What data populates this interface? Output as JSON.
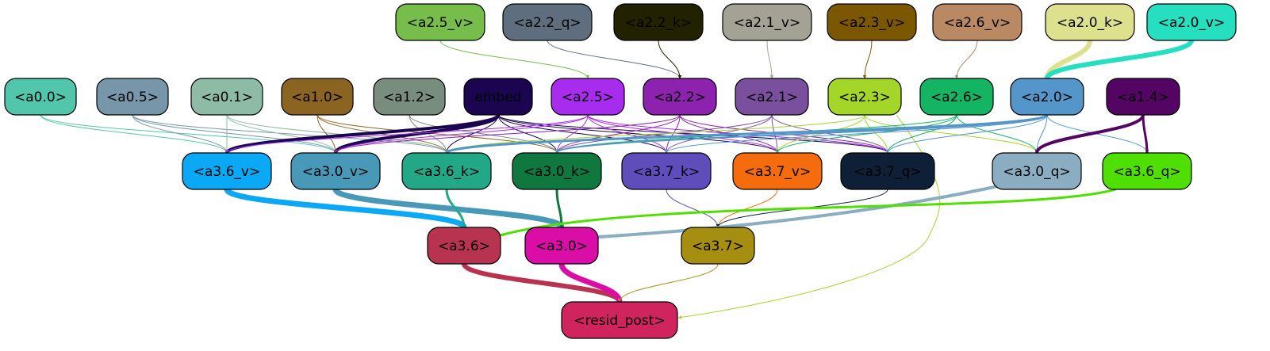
{
  "nodes": [
    {
      "id": "a2_5_v",
      "label": "<a2.5_v>",
      "fill": "#77bd4b"
    },
    {
      "id": "a2_2_q",
      "label": "<a2.2_q>",
      "fill": "#5f6e7f"
    },
    {
      "id": "a2_2_k",
      "label": "<a2.2_k>",
      "fill": "#232200"
    },
    {
      "id": "a2_1_v",
      "label": "<a2.1_v>",
      "fill": "#a3a294"
    },
    {
      "id": "a2_3_v",
      "label": "<a2.3_v>",
      "fill": "#7c5702"
    },
    {
      "id": "a2_6_v",
      "label": "<a2.6_v>",
      "fill": "#b88963"
    },
    {
      "id": "a2_0_k",
      "label": "<a2.0_k>",
      "fill": "#dde08c"
    },
    {
      "id": "a2_0_v",
      "label": "<a2.0_v>",
      "fill": "#25dfc0"
    },
    {
      "id": "a0_0",
      "label": "<a0.0>",
      "fill": "#51c6ab"
    },
    {
      "id": "a0_5",
      "label": "<a0.5>",
      "fill": "#7796aa"
    },
    {
      "id": "a0_1",
      "label": "<a0.1>",
      "fill": "#8ebba5"
    },
    {
      "id": "a1_0",
      "label": "<a1.0>",
      "fill": "#8c6422"
    },
    {
      "id": "a1_2",
      "label": "<a1.2>",
      "fill": "#798d7f"
    },
    {
      "id": "embed",
      "label": "embed",
      "fill": "#1c0550"
    },
    {
      "id": "a2_5",
      "label": "<a2.5>",
      "fill": "#a72cee"
    },
    {
      "id": "a2_2",
      "label": "<a2.2>",
      "fill": "#8c22ad"
    },
    {
      "id": "a2_1",
      "label": "<a2.1>",
      "fill": "#7a509e"
    },
    {
      "id": "a2_3",
      "label": "<a2.3>",
      "fill": "#a4d62a"
    },
    {
      "id": "a2_6",
      "label": "<a2.6>",
      "fill": "#14b462"
    },
    {
      "id": "a2_0",
      "label": "<a2.0>",
      "fill": "#5496c9"
    },
    {
      "id": "a1_4",
      "label": "<a1.4>",
      "fill": "#540563"
    },
    {
      "id": "a3_6_v",
      "label": "<a3.6_v>",
      "fill": "#0aa8f5"
    },
    {
      "id": "a3_0_v",
      "label": "<a3.0_v>",
      "fill": "#4898b7"
    },
    {
      "id": "a3_6_k",
      "label": "<a3.6_k>",
      "fill": "#22a886"
    },
    {
      "id": "a3_0_k",
      "label": "<a3.0_k>",
      "fill": "#10773e"
    },
    {
      "id": "a3_7_k",
      "label": "<a3.7_k>",
      "fill": "#604dbc"
    },
    {
      "id": "a3_7_v",
      "label": "<a3.7_v>",
      "fill": "#f56c0c"
    },
    {
      "id": "a3_7_q",
      "label": "<a3.7_q>",
      "fill": "#0e2038"
    },
    {
      "id": "a3_0_q",
      "label": "<a3.0_q>",
      "fill": "#8aadc2"
    },
    {
      "id": "a3_6_q",
      "label": "<a3.6_q>",
      "fill": "#4fdf02"
    },
    {
      "id": "a3_6",
      "label": "<a3.6>",
      "fill": "#b83350"
    },
    {
      "id": "a3_0",
      "label": "<a3.0>",
      "fill": "#da0ea7"
    },
    {
      "id": "a3_7",
      "label": "<a3.7>",
      "fill": "#a68e10"
    },
    {
      "id": "resid_post",
      "label": "<resid_post>",
      "fill": "#d0245e"
    }
  ],
  "edges": [
    {
      "from": "a2_5_v",
      "to": "a2_5",
      "color": "#77bd4b",
      "weight": 1
    },
    {
      "from": "a2_2_q",
      "to": "a2_2",
      "color": "#5f6e7f",
      "weight": 1
    },
    {
      "from": "a2_2_k",
      "to": "a2_2",
      "color": "#232200",
      "weight": 1
    },
    {
      "from": "a2_1_v",
      "to": "a2_1",
      "color": "#a3a294",
      "weight": 1
    },
    {
      "from": "a2_3_v",
      "to": "a2_3",
      "color": "#7c5702",
      "weight": 1
    },
    {
      "from": "a2_6_v",
      "to": "a2_6",
      "color": "#b88963",
      "weight": 1
    },
    {
      "from": "a2_0_k",
      "to": "a2_0",
      "color": "#dde08c",
      "weight": 6
    },
    {
      "from": "a2_0_v",
      "to": "a2_0",
      "color": "#25dfc0",
      "weight": 6
    },
    {
      "from": "a0_0",
      "to": "a3_6_v",
      "color": "#51c6ab",
      "weight": 1
    },
    {
      "from": "a0_0",
      "to": "a3_0_v",
      "color": "#51c6ab",
      "weight": 1
    },
    {
      "from": "a0_5",
      "to": "a3_6_v",
      "color": "#7796aa",
      "weight": 1
    },
    {
      "from": "a0_5",
      "to": "a3_0_v",
      "color": "#7796aa",
      "weight": 1
    },
    {
      "from": "a0_5",
      "to": "a3_6_k",
      "color": "#7796aa",
      "weight": 1
    },
    {
      "from": "a0_1",
      "to": "a3_6_v",
      "color": "#8ebba5",
      "weight": 1
    },
    {
      "from": "a0_1",
      "to": "a3_0_v",
      "color": "#8ebba5",
      "weight": 1
    },
    {
      "from": "a0_1",
      "to": "a3_6_k",
      "color": "#8ebba5",
      "weight": 1
    },
    {
      "from": "a1_0",
      "to": "a3_0_v",
      "color": "#8c6422",
      "weight": 1
    },
    {
      "from": "a1_0",
      "to": "a3_6_k",
      "color": "#8c6422",
      "weight": 1
    },
    {
      "from": "a1_0",
      "to": "a3_0_k",
      "color": "#8c6422",
      "weight": 1
    },
    {
      "from": "a1_2",
      "to": "a3_6_k",
      "color": "#798d7f",
      "weight": 1
    },
    {
      "from": "a1_2",
      "to": "a3_0_k",
      "color": "#798d7f",
      "weight": 1
    },
    {
      "from": "embed",
      "to": "a3_6_v",
      "color": "#1c0550",
      "weight": 4
    },
    {
      "from": "embed",
      "to": "a3_0_v",
      "color": "#1c0550",
      "weight": 4
    },
    {
      "from": "embed",
      "to": "a3_6_k",
      "color": "#1c0550",
      "weight": 1
    },
    {
      "from": "embed",
      "to": "a3_0_k",
      "color": "#1c0550",
      "weight": 1
    },
    {
      "from": "embed",
      "to": "a3_7_k",
      "color": "#1c0550",
      "weight": 1
    },
    {
      "from": "embed",
      "to": "a3_7_v",
      "color": "#1c0550",
      "weight": 1
    },
    {
      "from": "embed",
      "to": "a3_7_q",
      "color": "#1c0550",
      "weight": 1
    },
    {
      "from": "a2_5",
      "to": "a3_6_v",
      "color": "#a72cee",
      "weight": 1
    },
    {
      "from": "a2_5",
      "to": "a3_0_v",
      "color": "#a72cee",
      "weight": 1
    },
    {
      "from": "a2_5",
      "to": "a3_0_k",
      "color": "#a72cee",
      "weight": 1
    },
    {
      "from": "a2_5",
      "to": "a3_7_k",
      "color": "#a72cee",
      "weight": 1
    },
    {
      "from": "a2_5",
      "to": "a3_7_v",
      "color": "#a72cee",
      "weight": 1
    },
    {
      "from": "a2_5",
      "to": "a3_7_q",
      "color": "#a72cee",
      "weight": 1
    },
    {
      "from": "a2_2",
      "to": "a3_0_v",
      "color": "#8c22ad",
      "weight": 1
    },
    {
      "from": "a2_2",
      "to": "a3_0_k",
      "color": "#8c22ad",
      "weight": 1
    },
    {
      "from": "a2_2",
      "to": "a3_7_k",
      "color": "#8c22ad",
      "weight": 1
    },
    {
      "from": "a2_2",
      "to": "a3_7_v",
      "color": "#8c22ad",
      "weight": 1
    },
    {
      "from": "a2_2",
      "to": "a3_7_q",
      "color": "#8c22ad",
      "weight": 1
    },
    {
      "from": "a2_1",
      "to": "a3_0_k",
      "color": "#7a509e",
      "weight": 1
    },
    {
      "from": "a2_1",
      "to": "a3_7_k",
      "color": "#7a509e",
      "weight": 1
    },
    {
      "from": "a2_1",
      "to": "a3_7_v",
      "color": "#7a509e",
      "weight": 1
    },
    {
      "from": "a2_1",
      "to": "a3_7_q",
      "color": "#7a509e",
      "weight": 1
    },
    {
      "from": "a2_3",
      "to": "a3_6_k",
      "color": "#a4d62a",
      "weight": 1
    },
    {
      "from": "a2_3",
      "to": "a3_7_v",
      "color": "#a4d62a",
      "weight": 1
    },
    {
      "from": "a2_3",
      "to": "a3_7_q",
      "color": "#a4d62a",
      "weight": 1
    },
    {
      "from": "a2_3",
      "to": "a3_0_q",
      "color": "#a4d62a",
      "weight": 1
    },
    {
      "from": "a2_3",
      "to": "resid_post",
      "color": "#a4d62a",
      "weight": 1
    },
    {
      "from": "a2_6",
      "to": "a3_0_k",
      "color": "#14b462",
      "weight": 1
    },
    {
      "from": "a2_6",
      "to": "a3_7_v",
      "color": "#14b462",
      "weight": 1
    },
    {
      "from": "a2_6",
      "to": "a3_7_q",
      "color": "#14b462",
      "weight": 1
    },
    {
      "from": "a2_6",
      "to": "a3_0_q",
      "color": "#14b462",
      "weight": 1
    },
    {
      "from": "a2_0",
      "to": "a3_6_k",
      "color": "#5496c9",
      "weight": 3
    },
    {
      "from": "a2_0",
      "to": "a3_0_k",
      "color": "#5496c9",
      "weight": 2
    },
    {
      "from": "a2_0",
      "to": "a3_7_k",
      "color": "#5496c9",
      "weight": 1
    },
    {
      "from": "a2_0",
      "to": "a3_7_q",
      "color": "#5496c9",
      "weight": 1
    },
    {
      "from": "a2_0",
      "to": "a3_0_q",
      "color": "#5496c9",
      "weight": 1
    },
    {
      "from": "a2_0",
      "to": "a3_6_q",
      "color": "#5496c9",
      "weight": 1
    },
    {
      "from": "a1_4",
      "to": "a3_0_q",
      "color": "#540563",
      "weight": 4
    },
    {
      "from": "a1_4",
      "to": "a3_6_q",
      "color": "#540563",
      "weight": 3
    },
    {
      "from": "a3_6_v",
      "to": "a3_6",
      "color": "#0aa8f5",
      "weight": 7
    },
    {
      "from": "a3_0_v",
      "to": "a3_0",
      "color": "#4898b7",
      "weight": 7
    },
    {
      "from": "a3_6_k",
      "to": "a3_6",
      "color": "#22a886",
      "weight": 3
    },
    {
      "from": "a3_0_k",
      "to": "a3_0",
      "color": "#10773e",
      "weight": 3
    },
    {
      "from": "a3_7_k",
      "to": "a3_7",
      "color": "#604dbc",
      "weight": 1
    },
    {
      "from": "a3_7_v",
      "to": "a3_7",
      "color": "#f56c0c",
      "weight": 1
    },
    {
      "from": "a3_7_q",
      "to": "a3_7",
      "color": "#0e2038",
      "weight": 1
    },
    {
      "from": "a3_0_q",
      "to": "a3_0",
      "color": "#8aadc2",
      "weight": 4
    },
    {
      "from": "a3_6_q",
      "to": "a3_6",
      "color": "#4fdf02",
      "weight": 3
    },
    {
      "from": "a3_6",
      "to": "resid_post",
      "color": "#b83350",
      "weight": 6
    },
    {
      "from": "a3_0",
      "to": "resid_post",
      "color": "#da0ea7",
      "weight": 7
    },
    {
      "from": "a3_7",
      "to": "resid_post",
      "color": "#a68e10",
      "weight": 1
    }
  ]
}
